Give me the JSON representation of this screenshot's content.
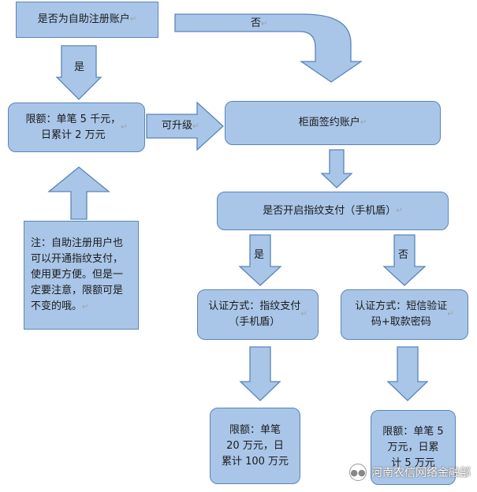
{
  "nodes": {
    "start": "是否为自助注册账户",
    "limit_self": "限额：单笔 5 千元，\n日累计 2 万元",
    "counter": "柜面签约账户",
    "fingerprint_q": "是否开启指纹支付（手机盾）",
    "auth_finger": "认证方式：指纹支付\n（手机盾）",
    "auth_sms": "认证方式：短信验证\n码+取款密码",
    "limit_finger": "限额：单笔\n20 万元，日\n累计 100 万元",
    "limit_sms": "限额：单笔 5\n万元，日累\n计 5 万元",
    "note": "注：自助注册用户也可以开通指纹支付，使用更方便。但是一定要注意，限额可是不变的哦。"
  },
  "arrow_labels": {
    "start_yes": "是",
    "start_no": "否",
    "upgrade": "可升级",
    "finger_yes": "是",
    "finger_no": "否"
  },
  "paragraph_mark": "↵",
  "watermark": {
    "text": "河南农信网络金融部",
    "icon": "wechat-icon"
  },
  "colors": {
    "shape_fill": "#a9c6e8",
    "shape_stroke": "#5b84b8"
  }
}
